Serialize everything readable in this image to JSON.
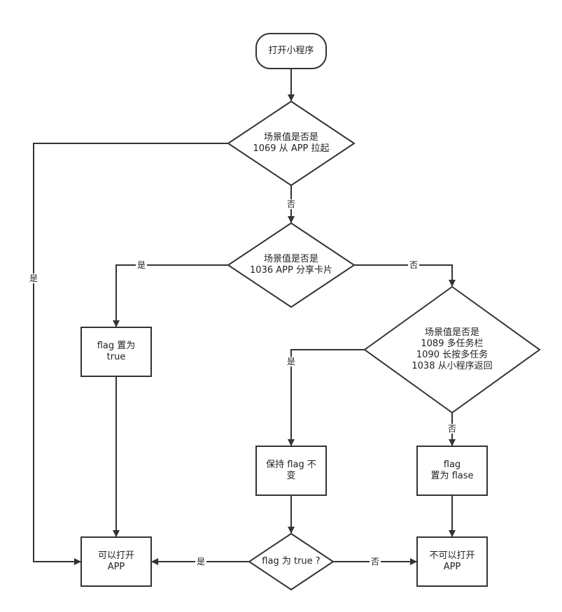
{
  "nodes": {
    "start": "打开小程序",
    "check_1069": "场景值是否是\n1069 从 APP 拉起",
    "check_1036": "场景值是否是\n1036 APP 分享卡片",
    "flag_true": "flag 置为\ntrue",
    "check_multi": "场景值是否是\n1089 多任务栏\n1090 长按多任务\n1038 从小程序返回",
    "keep_flag": "保持 flag 不\n变",
    "flag_false": "flag\n置为 flase",
    "check_flag": "flag 为 true ?",
    "can_open": "可以打开\nAPP",
    "cannot_open": "不可以打开\nAPP"
  },
  "edge_labels": {
    "no_1069": "否",
    "yes_1069": "是",
    "yes_1036": "是",
    "no_1036": "否",
    "yes_multi": "是",
    "no_multi": "否",
    "yes_flag": "是",
    "no_flag": "否"
  },
  "colors": {
    "stroke": "#333333",
    "background": "#ffffff",
    "text": "#222222"
  }
}
